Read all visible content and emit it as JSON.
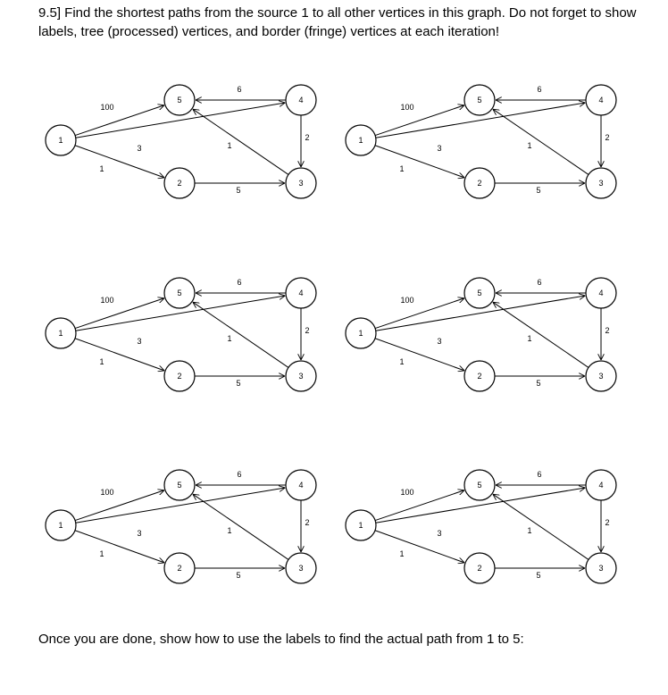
{
  "question": "9.5] Find the shortest paths from the source 1 to all other vertices in this graph. Do not forget to show labels, tree (processed) vertices, and border (fringe) vertices at each iteration!",
  "footer": "Once you are done, show how to use the labels to find the actual path from 1 to 5:",
  "graph": {
    "nodes": [
      {
        "id": "1",
        "label": "1"
      },
      {
        "id": "2",
        "label": "2"
      },
      {
        "id": "3",
        "label": "3"
      },
      {
        "id": "4",
        "label": "4"
      },
      {
        "id": "5",
        "label": "5"
      }
    ],
    "edges": [
      {
        "from": "1",
        "to": "5",
        "weight": "100"
      },
      {
        "from": "1",
        "to": "4",
        "weight": "3"
      },
      {
        "from": "1",
        "to": "2",
        "weight": "1"
      },
      {
        "from": "2",
        "to": "3",
        "weight": "5"
      },
      {
        "from": "4",
        "to": "5",
        "weight": "6"
      },
      {
        "from": "3",
        "to": "5",
        "weight": "1"
      },
      {
        "from": "4",
        "to": "3",
        "weight": "2"
      }
    ],
    "copies": 6
  }
}
